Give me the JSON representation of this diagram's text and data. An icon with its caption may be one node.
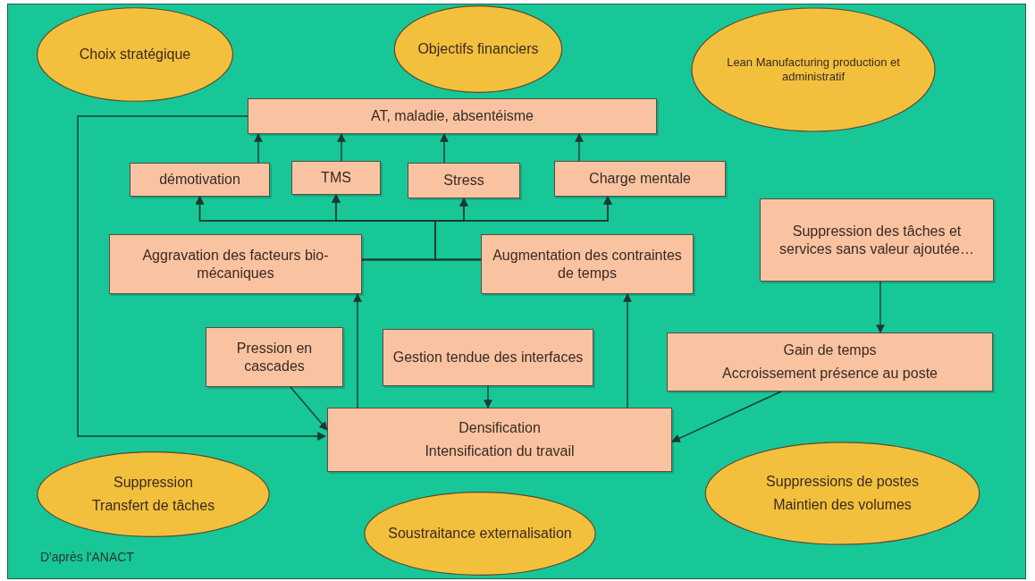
{
  "diagram": {
    "nodes": [
      {
        "text": [
          "Choix stratégique"
        ]
      },
      {
        "text": [
          "Objectifs financiers"
        ]
      },
      {
        "text": [
          "Lean Manufacturing production et administratif"
        ]
      },
      {
        "text": [
          "AT, maladie, absentéisme"
        ]
      },
      {
        "text": [
          "démotivation"
        ]
      },
      {
        "text": [
          "TMS"
        ]
      },
      {
        "text": [
          "Stress"
        ]
      },
      {
        "text": [
          "Charge mentale"
        ]
      },
      {
        "text": [
          "Aggravation des facteurs bio-mécaniques"
        ]
      },
      {
        "text": [
          "Augmentation des contraintes de temps"
        ]
      },
      {
        "text": [
          "Suppression des tâches et services sans valeur ajoutée…"
        ]
      },
      {
        "text": [
          "Pression en cascades"
        ]
      },
      {
        "text": [
          "Gestion tendue des interfaces"
        ]
      },
      {
        "text": [
          "Gain de temps",
          "Accroissement présence au poste"
        ]
      },
      {
        "text": [
          "Densification",
          "Intensification du travail"
        ]
      },
      {
        "text": [
          "Suppression",
          "Transfert de tâches"
        ]
      },
      {
        "text": [
          "Soustraitance externalisation"
        ]
      },
      {
        "text": [
          "Suppressions de postes",
          "Maintien des volumes"
        ]
      }
    ],
    "edges": [
      {
        "from": 4,
        "to": 3,
        "arrow": "to"
      },
      {
        "from": 5,
        "to": 3,
        "arrow": "to"
      },
      {
        "from": 6,
        "to": 3,
        "arrow": "to"
      },
      {
        "from": 7,
        "to": 3,
        "arrow": "to"
      },
      {
        "from": 8,
        "to": 4,
        "arrow": "to"
      },
      {
        "from": 8,
        "to": 5,
        "arrow": "to"
      },
      {
        "from": 8,
        "to": 6,
        "arrow": "to"
      },
      {
        "from": 8,
        "to": 7,
        "arrow": "to"
      },
      {
        "from": 9,
        "to": 4,
        "arrow": "to"
      },
      {
        "from": 9,
        "to": 5,
        "arrow": "to"
      },
      {
        "from": 9,
        "to": 6,
        "arrow": "to"
      },
      {
        "from": 9,
        "to": 7,
        "arrow": "to"
      },
      {
        "from": 14,
        "to": 8,
        "arrow": "to"
      },
      {
        "from": 14,
        "to": 9,
        "arrow": "to"
      },
      {
        "from": 11,
        "to": 14,
        "arrow": "to"
      },
      {
        "from": 12,
        "to": 14,
        "arrow": "to"
      },
      {
        "from": 13,
        "to": 14,
        "arrow": "to"
      },
      {
        "from": 10,
        "to": 13,
        "arrow": "to"
      },
      {
        "from": 3,
        "to": 14,
        "arrow": "to"
      }
    ],
    "labels": [
      "D'après l'ANACT"
    ]
  }
}
